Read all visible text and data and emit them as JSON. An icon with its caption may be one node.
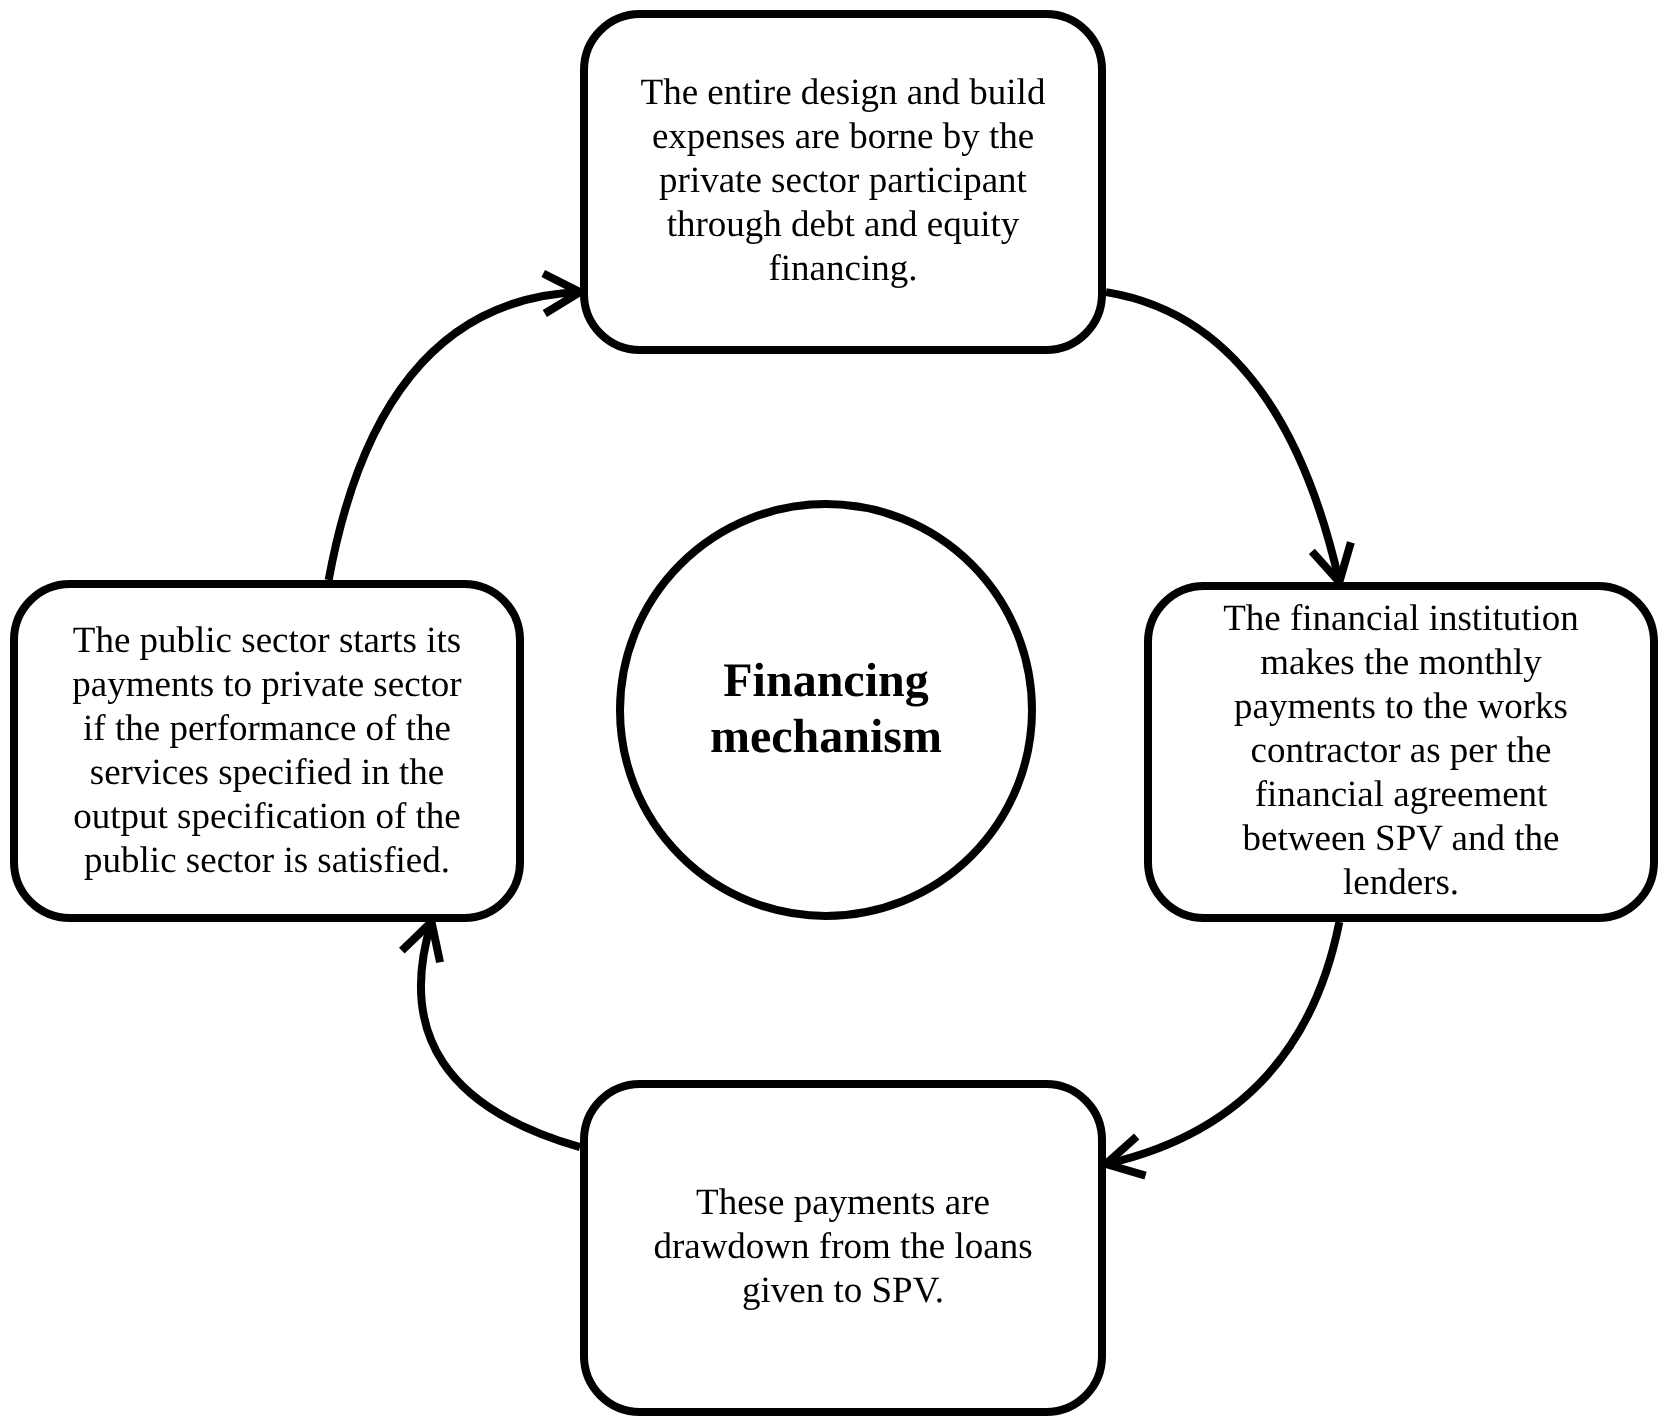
{
  "diagram": {
    "nodes": [
      {
        "text": [
          "The entire design and build expenses are borne by the private sector participant through debt and equity financing."
        ]
      },
      {
        "text": [
          "The public sector starts its payments to private sector if the performance of the services specified in the output specification of the public sector is satisfied."
        ]
      },
      {
        "text": [
          "Financing mechanism"
        ]
      },
      {
        "text": [
          "The financial institution makes the monthly payments to the works contractor as per the financial agreement between SPV and the lenders."
        ]
      },
      {
        "text": [
          "These payments are drawdown from the loans given to SPV."
        ]
      }
    ],
    "edges": [
      {
        "from": 0,
        "to": 3,
        "arrow": "to"
      },
      {
        "from": 3,
        "to": 4,
        "arrow": "to"
      },
      {
        "from": 4,
        "to": 1,
        "arrow": "to"
      },
      {
        "from": 1,
        "to": 0,
        "arrow": "to"
      }
    ]
  }
}
